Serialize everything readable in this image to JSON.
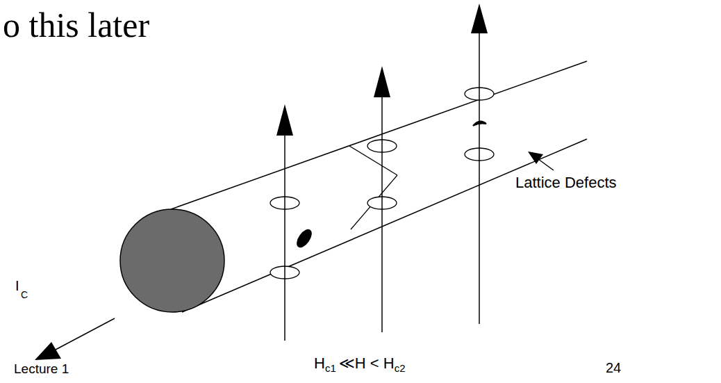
{
  "diagram": {
    "labels": [
      "o this later",
      "I",
      "C",
      "Lattice Defects",
      "Lecture 1",
      "H",
      "c1",
      "≪H < H",
      "c2",
      "24"
    ]
  }
}
